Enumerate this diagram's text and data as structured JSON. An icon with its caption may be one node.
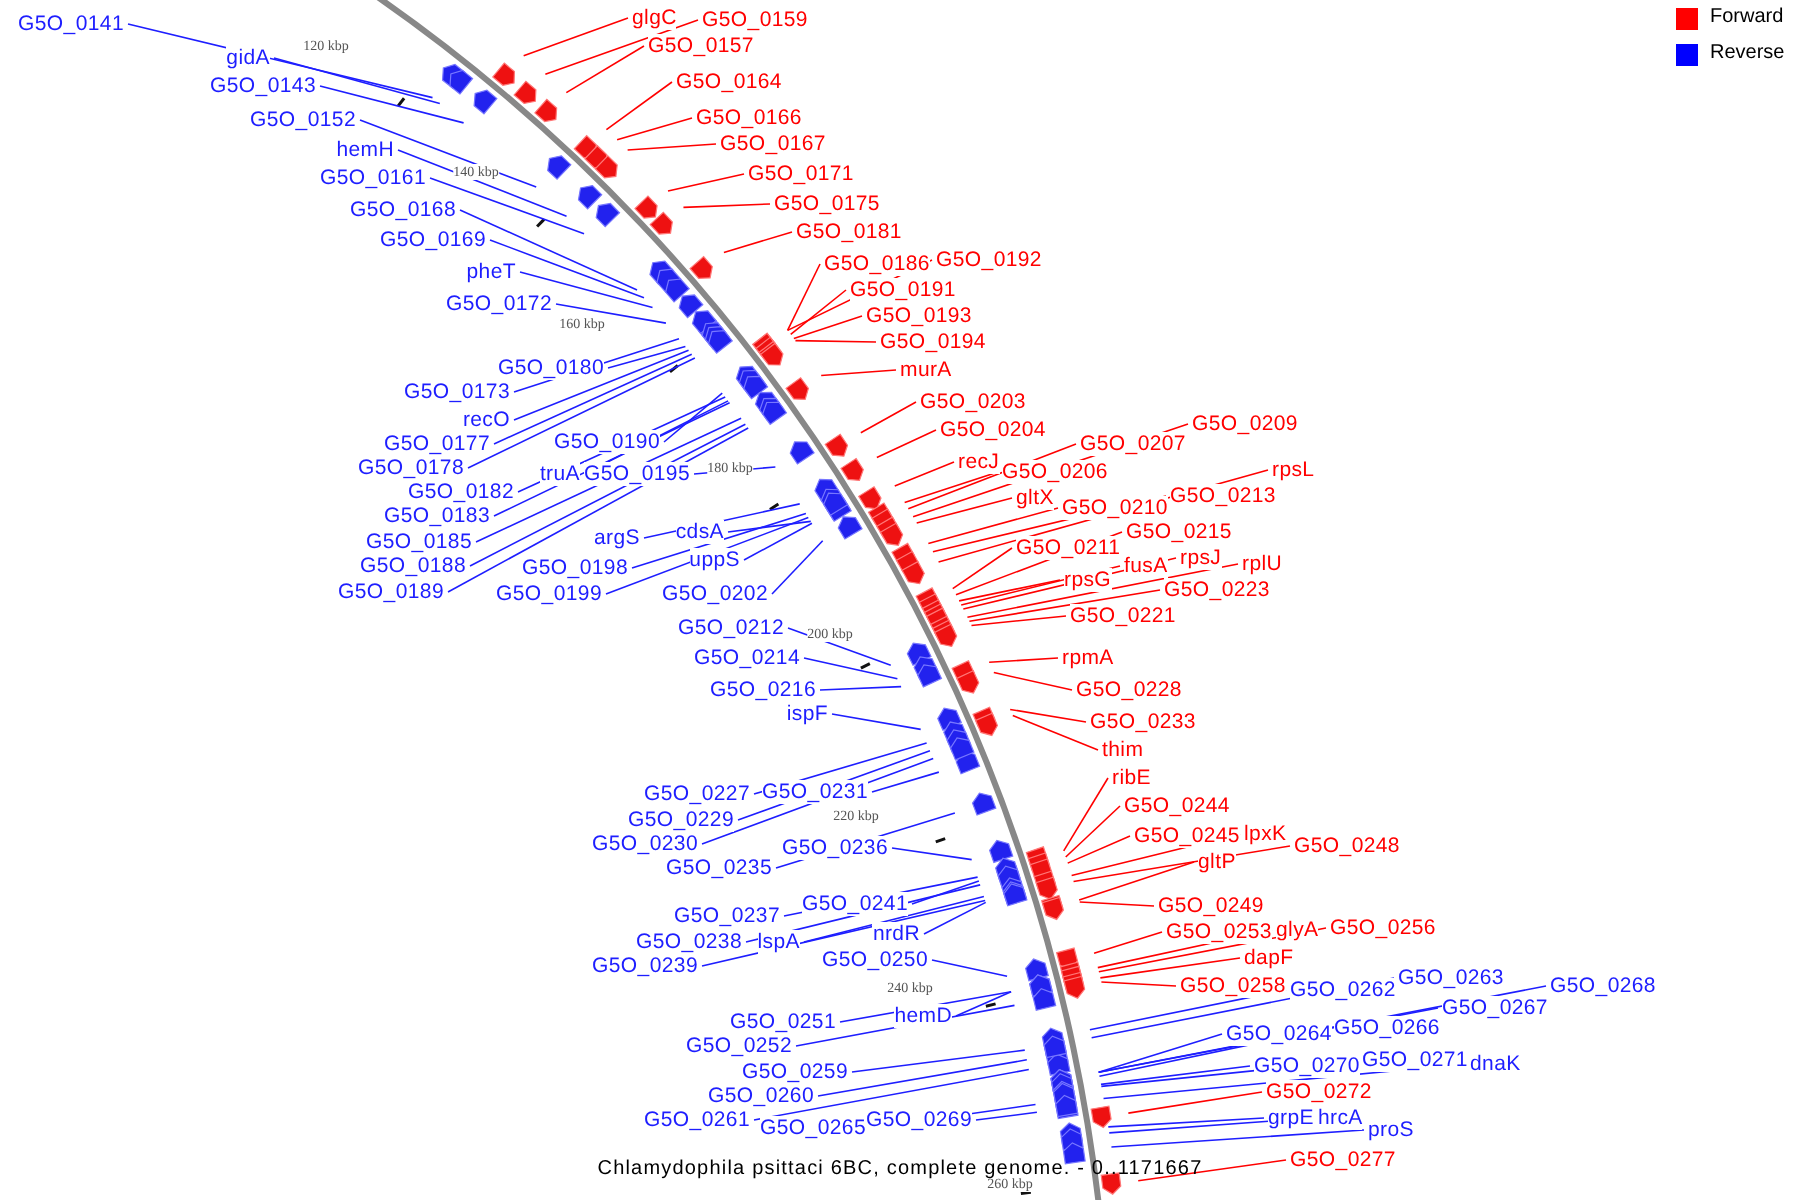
{
  "diagram": {
    "caption": "Chlamydophila psittaci 6BC, complete genome. - 0..1171667",
    "nodes": [
      {
        "text": [
          "G5O_0141"
        ]
      },
      {
        "text": [
          "gidA"
        ]
      },
      {
        "text": [
          "G5O_0143"
        ]
      },
      {
        "text": [
          "G5O_0152"
        ]
      },
      {
        "text": [
          "hemH"
        ]
      },
      {
        "text": [
          "G5O_0161"
        ]
      },
      {
        "text": [
          "G5O_0168"
        ]
      },
      {
        "text": [
          "G5O_0169"
        ]
      },
      {
        "text": [
          "pheT"
        ]
      },
      {
        "text": [
          "G5O_0172"
        ]
      },
      {
        "text": [
          "G5O_0180"
        ]
      },
      {
        "text": [
          "G5O_0173"
        ]
      },
      {
        "text": [
          "recO"
        ]
      },
      {
        "text": [
          "G5O_0177"
        ]
      },
      {
        "text": [
          "G5O_0178"
        ]
      },
      {
        "text": [
          "G5O_0190"
        ]
      },
      {
        "text": [
          "truA"
        ]
      },
      {
        "text": [
          "G5O_0195"
        ]
      },
      {
        "text": [
          "G5O_0182"
        ]
      },
      {
        "text": [
          "G5O_0183"
        ]
      },
      {
        "text": [
          "G5O_0185"
        ]
      },
      {
        "text": [
          "G5O_0188"
        ]
      },
      {
        "text": [
          "G5O_0189"
        ]
      },
      {
        "text": [
          "argS"
        ]
      },
      {
        "text": [
          "cdsA"
        ]
      },
      {
        "text": [
          "uppS"
        ]
      },
      {
        "text": [
          "G5O_0198"
        ]
      },
      {
        "text": [
          "G5O_0199"
        ]
      },
      {
        "text": [
          "G5O_0202"
        ]
      },
      {
        "text": [
          "G5O_0212"
        ]
      },
      {
        "text": [
          "G5O_0214"
        ]
      },
      {
        "text": [
          "G5O_0216"
        ]
      },
      {
        "text": [
          "ispF"
        ]
      },
      {
        "text": [
          "G5O_0227"
        ]
      },
      {
        "text": [
          "G5O_0231"
        ]
      },
      {
        "text": [
          "G5O_0229"
        ]
      },
      {
        "text": [
          "G5O_0230"
        ]
      },
      {
        "text": [
          "G5O_0235"
        ]
      },
      {
        "text": [
          "G5O_0236"
        ]
      },
      {
        "text": [
          "G5O_0241"
        ]
      },
      {
        "text": [
          "G5O_0237"
        ]
      },
      {
        "text": [
          "G5O_0238"
        ]
      },
      {
        "text": [
          "lspA"
        ]
      },
      {
        "text": [
          "G5O_0239"
        ]
      },
      {
        "text": [
          "nrdR"
        ]
      },
      {
        "text": [
          "G5O_0250"
        ]
      },
      {
        "text": [
          "hemD"
        ]
      },
      {
        "text": [
          "G5O_0251"
        ]
      },
      {
        "text": [
          "G5O_0252"
        ]
      },
      {
        "text": [
          "G5O_0259"
        ]
      },
      {
        "text": [
          "G5O_0260"
        ]
      },
      {
        "text": [
          "G5O_0261"
        ]
      },
      {
        "text": [
          "G5O_0265"
        ]
      },
      {
        "text": [
          "G5O_0269"
        ]
      },
      {
        "text": [
          "glgC"
        ]
      },
      {
        "text": [
          "G5O_0159"
        ]
      },
      {
        "text": [
          "G5O_0157"
        ]
      },
      {
        "text": [
          "G5O_0164"
        ]
      },
      {
        "text": [
          "G5O_0166"
        ]
      },
      {
        "text": [
          "G5O_0167"
        ]
      },
      {
        "text": [
          "G5O_0171"
        ]
      },
      {
        "text": [
          "G5O_0175"
        ]
      },
      {
        "text": [
          "G5O_0181"
        ]
      },
      {
        "text": [
          "G5O_0186"
        ]
      },
      {
        "text": [
          "G5O_0192"
        ]
      },
      {
        "text": [
          "G5O_0191"
        ]
      },
      {
        "text": [
          "G5O_0193"
        ]
      },
      {
        "text": [
          "G5O_0194"
        ]
      },
      {
        "text": [
          "murA"
        ]
      },
      {
        "text": [
          "G5O_0203"
        ]
      },
      {
        "text": [
          "G5O_0204"
        ]
      },
      {
        "text": [
          "recJ"
        ]
      },
      {
        "text": [
          "G5O_0206"
        ]
      },
      {
        "text": [
          "G5O_0207"
        ]
      },
      {
        "text": [
          "G5O_0209"
        ]
      },
      {
        "text": [
          "gltX"
        ]
      },
      {
        "text": [
          "G5O_0210"
        ]
      },
      {
        "text": [
          "G5O_0213"
        ]
      },
      {
        "text": [
          "rpsL"
        ]
      },
      {
        "text": [
          "G5O_0211"
        ]
      },
      {
        "text": [
          "G5O_0215"
        ]
      },
      {
        "text": [
          "rpsG"
        ]
      },
      {
        "text": [
          "fusA"
        ]
      },
      {
        "text": [
          "rpsJ"
        ]
      },
      {
        "text": [
          "rplU"
        ]
      },
      {
        "text": [
          "G5O_0223"
        ]
      },
      {
        "text": [
          "G5O_0221"
        ]
      },
      {
        "text": [
          "rpmA"
        ]
      },
      {
        "text": [
          "G5O_0228"
        ]
      },
      {
        "text": [
          "G5O_0233"
        ]
      },
      {
        "text": [
          "thim"
        ]
      },
      {
        "text": [
          "ribE"
        ]
      },
      {
        "text": [
          "G5O_0244"
        ]
      },
      {
        "text": [
          "G5O_0245"
        ]
      },
      {
        "text": [
          "lpxK"
        ]
      },
      {
        "text": [
          "G5O_0248"
        ]
      },
      {
        "text": [
          "gltP"
        ]
      },
      {
        "text": [
          "G5O_0249"
        ]
      },
      {
        "text": [
          "G5O_0253"
        ]
      },
      {
        "text": [
          "glyA"
        ]
      },
      {
        "text": [
          "G5O_0256"
        ]
      },
      {
        "text": [
          "dapF"
        ]
      },
      {
        "text": [
          "G5O_0258"
        ]
      },
      {
        "text": [
          "G5O_0272"
        ]
      },
      {
        "text": [
          "G5O_0277"
        ]
      },
      {
        "text": [
          "G5O_0262"
        ]
      },
      {
        "text": [
          "G5O_0263"
        ]
      },
      {
        "text": [
          "G5O_0268"
        ]
      },
      {
        "text": [
          "G5O_0267"
        ]
      },
      {
        "text": [
          "G5O_0264"
        ]
      },
      {
        "text": [
          "G5O_0266"
        ]
      },
      {
        "text": [
          "G5O_0270"
        ]
      },
      {
        "text": [
          "G5O_0271"
        ]
      },
      {
        "text": [
          "dnaK"
        ]
      },
      {
        "text": [
          "grpE"
        ]
      },
      {
        "text": [
          "hrcA"
        ]
      },
      {
        "text": [
          "proS"
        ]
      }
    ],
    "edges": [
      {
        "from": 0,
        "to": null,
        "arrow": "none"
      },
      {
        "from": 1,
        "to": null,
        "arrow": "none"
      },
      {
        "from": 2,
        "to": null,
        "arrow": "none"
      },
      {
        "from": 3,
        "to": null,
        "arrow": "none"
      },
      {
        "from": 4,
        "to": null,
        "arrow": "none"
      },
      {
        "from": 5,
        "to": null,
        "arrow": "none"
      },
      {
        "from": 6,
        "to": null,
        "arrow": "none"
      },
      {
        "from": 7,
        "to": null,
        "arrow": "none"
      },
      {
        "from": 8,
        "to": null,
        "arrow": "none"
      },
      {
        "from": 9,
        "to": null,
        "arrow": "none"
      },
      {
        "from": 10,
        "to": null,
        "arrow": "none"
      },
      {
        "from": 11,
        "to": null,
        "arrow": "none"
      },
      {
        "from": 12,
        "to": null,
        "arrow": "none"
      },
      {
        "from": 13,
        "to": null,
        "arrow": "none"
      },
      {
        "from": 14,
        "to": null,
        "arrow": "none"
      },
      {
        "from": 15,
        "to": null,
        "arrow": "none"
      },
      {
        "from": 16,
        "to": null,
        "arrow": "none"
      },
      {
        "from": 17,
        "to": null,
        "arrow": "none"
      },
      {
        "from": 18,
        "to": null,
        "arrow": "none"
      },
      {
        "from": 19,
        "to": null,
        "arrow": "none"
      },
      {
        "from": 20,
        "to": null,
        "arrow": "none"
      },
      {
        "from": 21,
        "to": null,
        "arrow": "none"
      },
      {
        "from": 22,
        "to": null,
        "arrow": "none"
      },
      {
        "from": 23,
        "to": null,
        "arrow": "none"
      },
      {
        "from": 24,
        "to": null,
        "arrow": "none"
      },
      {
        "from": 25,
        "to": null,
        "arrow": "none"
      },
      {
        "from": 26,
        "to": null,
        "arrow": "none"
      },
      {
        "from": 27,
        "to": null,
        "arrow": "none"
      },
      {
        "from": 28,
        "to": null,
        "arrow": "none"
      },
      {
        "from": 29,
        "to": null,
        "arrow": "none"
      },
      {
        "from": 30,
        "to": null,
        "arrow": "none"
      },
      {
        "from": 31,
        "to": null,
        "arrow": "none"
      },
      {
        "from": 32,
        "to": null,
        "arrow": "none"
      },
      {
        "from": 33,
        "to": null,
        "arrow": "none"
      },
      {
        "from": 34,
        "to": null,
        "arrow": "none"
      },
      {
        "from": 35,
        "to": null,
        "arrow": "none"
      },
      {
        "from": 36,
        "to": null,
        "arrow": "none"
      },
      {
        "from": 37,
        "to": null,
        "arrow": "none"
      },
      {
        "from": 38,
        "to": null,
        "arrow": "none"
      },
      {
        "from": 39,
        "to": null,
        "arrow": "none"
      },
      {
        "from": 40,
        "to": null,
        "arrow": "none"
      },
      {
        "from": 41,
        "to": null,
        "arrow": "none"
      },
      {
        "from": 42,
        "to": null,
        "arrow": "none"
      },
      {
        "from": 43,
        "to": null,
        "arrow": "none"
      },
      {
        "from": 44,
        "to": null,
        "arrow": "none"
      },
      {
        "from": 45,
        "to": null,
        "arrow": "none"
      },
      {
        "from": 46,
        "to": null,
        "arrow": "none"
      },
      {
        "from": 47,
        "to": null,
        "arrow": "none"
      },
      {
        "from": 48,
        "to": null,
        "arrow": "none"
      },
      {
        "from": 49,
        "to": null,
        "arrow": "none"
      },
      {
        "from": 50,
        "to": null,
        "arrow": "none"
      },
      {
        "from": 51,
        "to": null,
        "arrow": "none"
      },
      {
        "from": 52,
        "to": null,
        "arrow": "none"
      },
      {
        "from": 53,
        "to": null,
        "arrow": "none"
      },
      {
        "from": 54,
        "to": null,
        "arrow": "none",
        "color": "#ff0000"
      },
      {
        "from": 55,
        "to": null,
        "arrow": "none",
        "color": "#ff0000"
      },
      {
        "from": 56,
        "to": null,
        "arrow": "none",
        "color": "#ff0000"
      },
      {
        "from": 57,
        "to": null,
        "arrow": "none",
        "color": "#ff0000"
      },
      {
        "from": 58,
        "to": null,
        "arrow": "none",
        "color": "#ff0000"
      },
      {
        "from": 59,
        "to": null,
        "arrow": "none",
        "color": "#ff0000"
      },
      {
        "from": 60,
        "to": null,
        "arrow": "none",
        "color": "#ff0000"
      },
      {
        "from": 61,
        "to": null,
        "arrow": "none",
        "color": "#ff0000"
      },
      {
        "from": 62,
        "to": null,
        "arrow": "none",
        "color": "#ff0000"
      },
      {
        "from": 63,
        "to": null,
        "arrow": "none",
        "color": "#ff0000"
      },
      {
        "from": 64,
        "to": null,
        "arrow": "none",
        "color": "#ff0000"
      },
      {
        "from": 65,
        "to": null,
        "arrow": "none",
        "color": "#ff0000"
      },
      {
        "from": 66,
        "to": null,
        "arrow": "none",
        "color": "#ff0000"
      },
      {
        "from": 67,
        "to": null,
        "arrow": "none",
        "color": "#ff0000"
      },
      {
        "from": 68,
        "to": null,
        "arrow": "none",
        "color": "#ff0000"
      },
      {
        "from": 69,
        "to": null,
        "arrow": "none",
        "color": "#ff0000"
      },
      {
        "from": 70,
        "to": null,
        "arrow": "none",
        "color": "#ff0000"
      },
      {
        "from": 71,
        "to": null,
        "arrow": "none",
        "color": "#ff0000"
      },
      {
        "from": 72,
        "to": null,
        "arrow": "none",
        "color": "#ff0000"
      },
      {
        "from": 73,
        "to": null,
        "arrow": "none",
        "color": "#ff0000"
      },
      {
        "from": 74,
        "to": null,
        "arrow": "none",
        "color": "#ff0000"
      },
      {
        "from": 75,
        "to": null,
        "arrow": "none",
        "color": "#ff0000"
      },
      {
        "from": 76,
        "to": null,
        "arrow": "none",
        "color": "#ff0000"
      },
      {
        "from": 77,
        "to": null,
        "arrow": "none",
        "color": "#ff0000"
      },
      {
        "from": 78,
        "to": null,
        "arrow": "none",
        "color": "#ff0000"
      },
      {
        "from": 79,
        "to": null,
        "arrow": "none",
        "color": "#ff0000"
      },
      {
        "from": 80,
        "to": null,
        "arrow": "none",
        "color": "#ff0000"
      },
      {
        "from": 81,
        "to": null,
        "arrow": "none",
        "color": "#ff0000"
      },
      {
        "from": 82,
        "to": null,
        "arrow": "none",
        "color": "#ff0000"
      },
      {
        "from": 83,
        "to": null,
        "arrow": "none",
        "color": "#ff0000"
      },
      {
        "from": 84,
        "to": null,
        "arrow": "none",
        "color": "#ff0000"
      },
      {
        "from": 85,
        "to": null,
        "arrow": "none",
        "color": "#ff0000"
      },
      {
        "from": 86,
        "to": null,
        "arrow": "none",
        "color": "#ff0000"
      },
      {
        "from": 87,
        "to": null,
        "arrow": "none",
        "color": "#ff0000"
      },
      {
        "from": 88,
        "to": null,
        "arrow": "none",
        "color": "#ff0000"
      },
      {
        "from": 89,
        "to": null,
        "arrow": "none",
        "color": "#ff0000"
      },
      {
        "from": 90,
        "to": null,
        "arrow": "none",
        "color": "#ff0000"
      },
      {
        "from": 91,
        "to": null,
        "arrow": "none",
        "color": "#ff0000"
      },
      {
        "from": 92,
        "to": null,
        "arrow": "none",
        "color": "#ff0000"
      },
      {
        "from": 93,
        "to": null,
        "arrow": "none",
        "color": "#ff0000"
      },
      {
        "from": 94,
        "to": null,
        "arrow": "none",
        "color": "#ff0000"
      },
      {
        "from": 95,
        "to": null,
        "arrow": "none",
        "color": "#ff0000"
      },
      {
        "from": 96,
        "to": null,
        "arrow": "none",
        "color": "#ff0000"
      },
      {
        "from": 97,
        "to": null,
        "arrow": "none",
        "color": "#ff0000"
      },
      {
        "from": 98,
        "to": null,
        "arrow": "none",
        "color": "#ff0000"
      },
      {
        "from": 99,
        "to": null,
        "arrow": "none",
        "color": "#ff0000"
      },
      {
        "from": 100,
        "to": null,
        "arrow": "none",
        "color": "#ff0000"
      },
      {
        "from": 101,
        "to": null,
        "arrow": "none",
        "color": "#ff0000"
      },
      {
        "from": 102,
        "to": null,
        "arrow": "none",
        "color": "#ff0000"
      },
      {
        "from": 103,
        "to": null,
        "arrow": "none",
        "color": "#ff0000"
      },
      {
        "from": 104,
        "to": null,
        "arrow": "none",
        "color": "#ff0000"
      },
      {
        "from": 105,
        "to": null,
        "arrow": "none"
      },
      {
        "from": 106,
        "to": null,
        "arrow": "none"
      },
      {
        "from": 107,
        "to": null,
        "arrow": "none"
      },
      {
        "from": 108,
        "to": null,
        "arrow": "none"
      },
      {
        "from": 109,
        "to": null,
        "arrow": "none"
      },
      {
        "from": 110,
        "to": null,
        "arrow": "none"
      },
      {
        "from": 111,
        "to": null,
        "arrow": "none"
      },
      {
        "from": 112,
        "to": null,
        "arrow": "none"
      },
      {
        "from": 113,
        "to": null,
        "arrow": "none"
      },
      {
        "from": 114,
        "to": null,
        "arrow": "none"
      },
      {
        "from": 115,
        "to": null,
        "arrow": "none"
      },
      {
        "from": 116,
        "to": null,
        "arrow": "none"
      }
    ],
    "labels": [
      "120 kbp",
      "140 kbp",
      "160 kbp",
      "180 kbp",
      "200 kbp",
      "220 kbp",
      "240 kbp",
      "260 kbp"
    ],
    "legend": [
      {
        "text": "Forward",
        "color": "#ff0000"
      },
      {
        "text": "Reverse",
        "color": "#0000ff"
      }
    ]
  }
}
